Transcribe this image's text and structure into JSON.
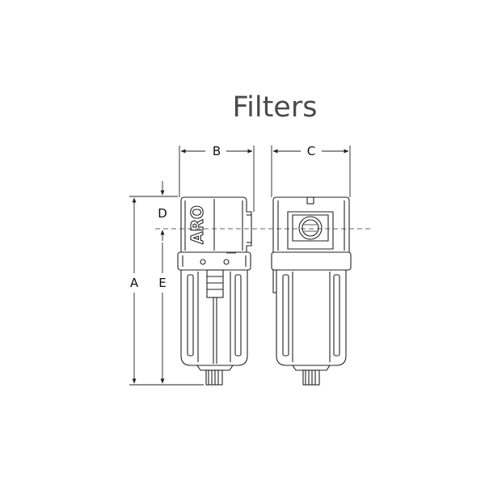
{
  "page": {
    "title": "Filters"
  },
  "dimensions": {
    "width_label": "B",
    "depth_label": "C",
    "overall_height_label": "A",
    "port_offset_label": "D",
    "lower_height_label": "E"
  },
  "product": {
    "logo": "ARO"
  }
}
